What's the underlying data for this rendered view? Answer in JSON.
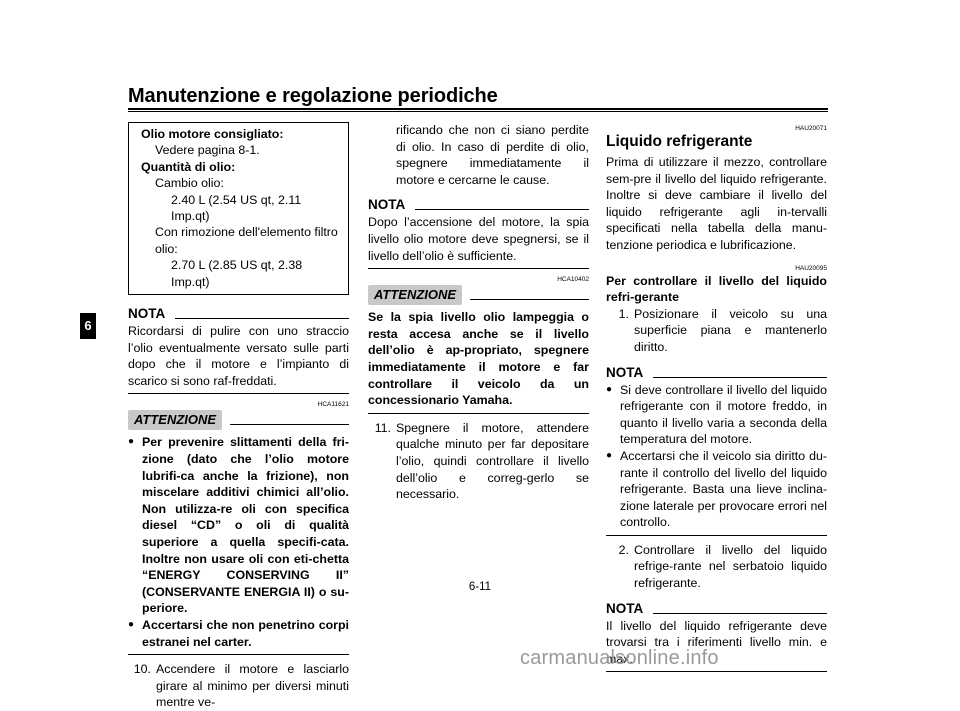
{
  "header": {
    "title": "Manutenzione e regolazione periodiche",
    "chapter": "6"
  },
  "footer": {
    "page_number": "6-11",
    "watermark": "carmanualsonline.info"
  },
  "col1": {
    "spec": {
      "oil_label": "Olio motore consigliato:",
      "oil_value": "Vedere pagina 8-1.",
      "qty_label": "Quantità di olio:",
      "change_label": "Cambio olio:",
      "change_value": "2.40 L (2.54 US qt, 2.11 Imp.qt)",
      "filter_label_1": "Con rimozione dell'elemento filtro",
      "filter_label_2": "olio:",
      "filter_value": "2.70 L (2.85 US qt, 2.38 Imp.qt)"
    },
    "note_label": "NOTA",
    "note_text": "Ricordarsi di pulire con uno straccio l’olio eventualmente versato sulle parti dopo che il motore e l’impianto di scarico si sono raf-freddati.",
    "caution_code": "HCA11621",
    "caution_label": "ATTENZIONE",
    "caution_bullets": [
      "Per prevenire slittamenti della fri-zione (dato che l’olio motore lubrifi-ca anche la frizione), non miscelare additivi chimici all’olio. Non utilizza-re oli con specifica diesel “CD” o oli di qualità superiore a quella specifi-cata. Inoltre non usare oli con eti-chetta “ENERGY CONSERVING II” (CONSERVANTE ENERGIA II) o su-periore.",
      "Accertarsi che non penetrino corpi estranei nel carter."
    ],
    "step10_num": "10.",
    "step10_text": "Accendere il motore e lasciarlo girare al minimo per diversi minuti mentre ve-"
  },
  "col2": {
    "step10_cont": "rificando che non ci siano perdite di olio. In caso di perdite di olio, spegnere immediatamente il motore e cercarne le cause.",
    "note_label": "NOTA",
    "note_text": "Dopo l’accensione del motore, la spia livello olio motore deve spegnersi, se il livello dell’olio è sufficiente.",
    "caution_code": "HCA10402",
    "caution_label": "ATTENZIONE",
    "caution_text": "Se la spia livello olio lampeggia o resta accesa anche se il livello dell’olio è ap-propriato, spegnere immediatamente il motore e far controllare il veicolo da un concessionario Yamaha.",
    "step11_num": "11.",
    "step11_text": "Spegnere il motore, attendere qualche minuto per far depositare l’olio, quindi controllare il livello dell’olio e correg-gerlo se necessario."
  },
  "col3": {
    "section_code": "HAU20071",
    "section_title": "Liquido refrigerante",
    "intro": "Prima di utilizzare il mezzo, controllare sem-pre il livello del liquido refrigerante. Inoltre si deve cambiare il livello del liquido refrigerante agli in-tervalli specificati nella tabella della manu-tenzione periodica e lubrificazione.",
    "sub_code": "HAU20095",
    "sub_title": "Per controllare il livello del liquido refri-gerante",
    "step1_num": "1.",
    "step1_text": "Posizionare il veicolo su una superficie piana e mantenerlo diritto.",
    "note_label": "NOTA",
    "note_bullets": [
      "Si deve controllare il livello del liquido refrigerante con il motore freddo, in quanto il livello varia a seconda della temperatura del motore.",
      "Accertarsi che il veicolo sia diritto du-rante il controllo del livello del liquido refrigerante. Basta una lieve inclina-zione laterale per provocare errori nel controllo."
    ],
    "step2_num": "2.",
    "step2_text": "Controllare il livello del liquido refrige-rante nel serbatoio liquido refrigerante.",
    "note2_label": "NOTA",
    "note2_text": "Il livello del liquido refrigerante deve trovarsi tra i riferimenti livello min. e max."
  }
}
